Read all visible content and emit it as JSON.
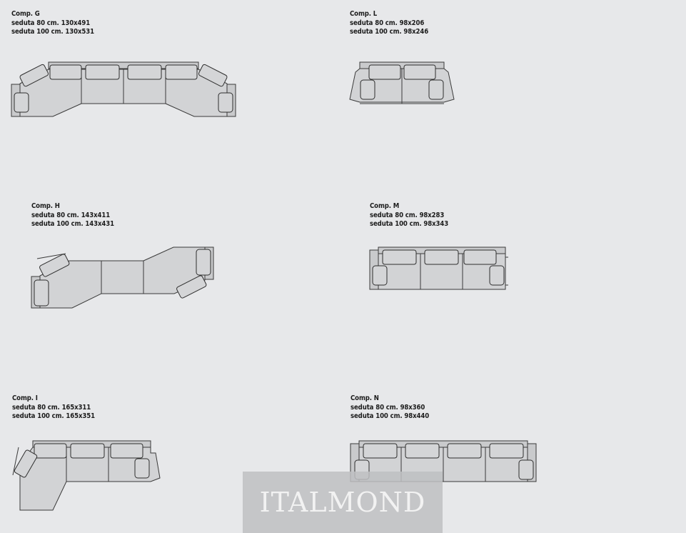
{
  "compositions": [
    {
      "id": "G",
      "title": "Comp. G",
      "seat80": "seduta 80 cm. 130x491",
      "seat100": "seduta 100 cm. 130x531"
    },
    {
      "id": "L",
      "title": "Comp. L",
      "seat80": "seduta 80 cm. 98x206",
      "seat100": "seduta 100 cm. 98x246"
    },
    {
      "id": "H",
      "title": "Comp. H",
      "seat80": "seduta 80 cm. 143x411",
      "seat100": "seduta 100 cm. 143x431"
    },
    {
      "id": "M",
      "title": "Comp. M",
      "seat80": "seduta 80 cm. 98x283",
      "seat100": "seduta 100 cm. 98x343"
    },
    {
      "id": "I",
      "title": "Comp. I",
      "seat80": "seduta 80 cm. 165x311",
      "seat100": "seduta 100 cm. 165x351"
    },
    {
      "id": "N",
      "title": "Comp. N",
      "seat80": "seduta 80 cm. 98x360",
      "seat100": "seduta 100 cm. 98x440"
    }
  ],
  "watermark": "ITALMOND"
}
